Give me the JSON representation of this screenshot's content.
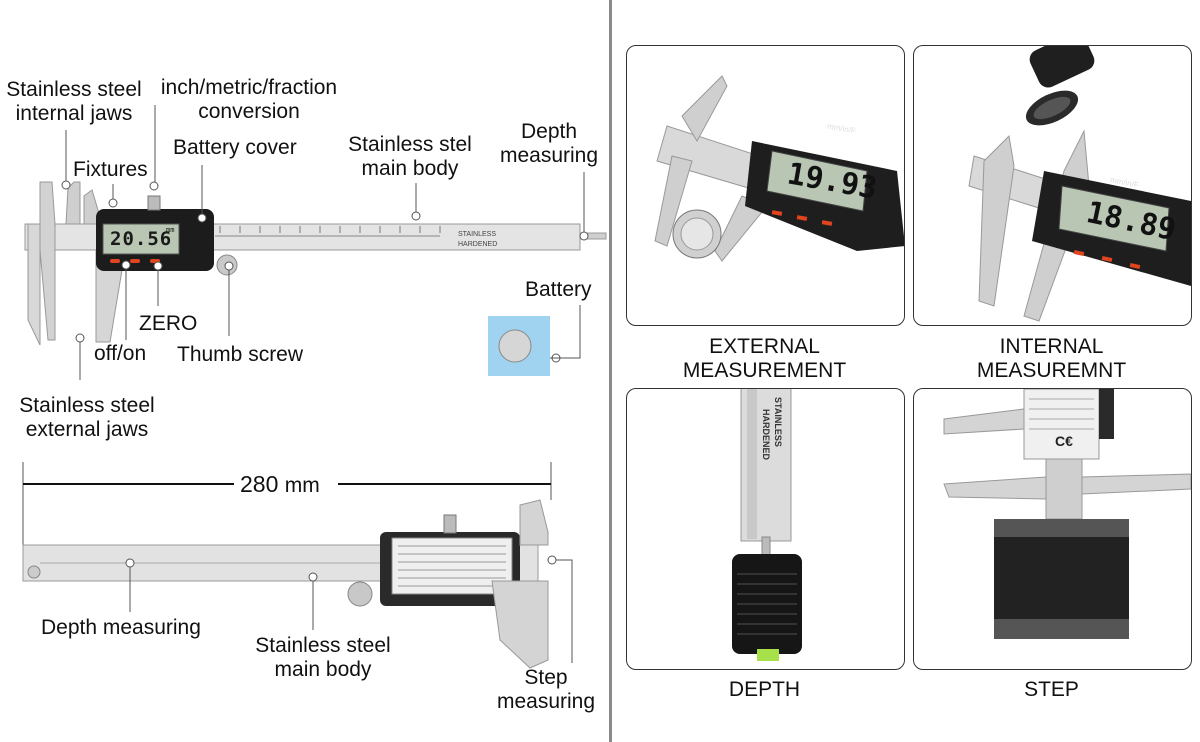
{
  "labels": {
    "internal_jaws": [
      "Stainless steel",
      "internal jaws"
    ],
    "conversion": [
      "inch/metric/fraction",
      "conversion"
    ],
    "fixtures": "Fixtures",
    "battery_cover": "Battery cover",
    "main_body_top": [
      "Stainless stel",
      "main body"
    ],
    "depth_top": [
      "Depth",
      "measuring"
    ],
    "battery": "Battery",
    "zero": "ZERO",
    "off_on": "off/on",
    "thumb_screw": "Thumb screw",
    "external_jaws": [
      "Stainless steel",
      "external jaws"
    ],
    "length": "280",
    "length_unit": "mm",
    "depth_bottom": "Depth measuring",
    "main_body_bottom": [
      "Stainless steel",
      "main body"
    ],
    "step_bottom": [
      "Step",
      "measuring"
    ]
  },
  "caliper": {
    "display_value": "20.56",
    "display_unit": "mm",
    "brand_text": "STAINLESS HARDENED",
    "btn_off": "OFF",
    "btn_on": "ON",
    "btn_zero": "ZERO"
  },
  "panels": [
    {
      "caption": [
        "EXTERNAL",
        "MEASUREMENT"
      ],
      "reading": "19.93",
      "unit": "mm/in/F"
    },
    {
      "caption": [
        "INTERNAL",
        "MEASUREMNT"
      ],
      "reading": "18.89",
      "unit": "mm/in/F"
    },
    {
      "caption": [
        "DEPTH"
      ],
      "engraving": [
        "STAINLESS",
        "HARDENED"
      ]
    },
    {
      "caption": [
        "STEP"
      ]
    }
  ],
  "colors": {
    "display_body": "#1c1c1c",
    "lcd": "#b9c6b4",
    "accent_red": "#e0451f",
    "steel": "#dcdcdc",
    "divider": "#8a8a8a"
  }
}
